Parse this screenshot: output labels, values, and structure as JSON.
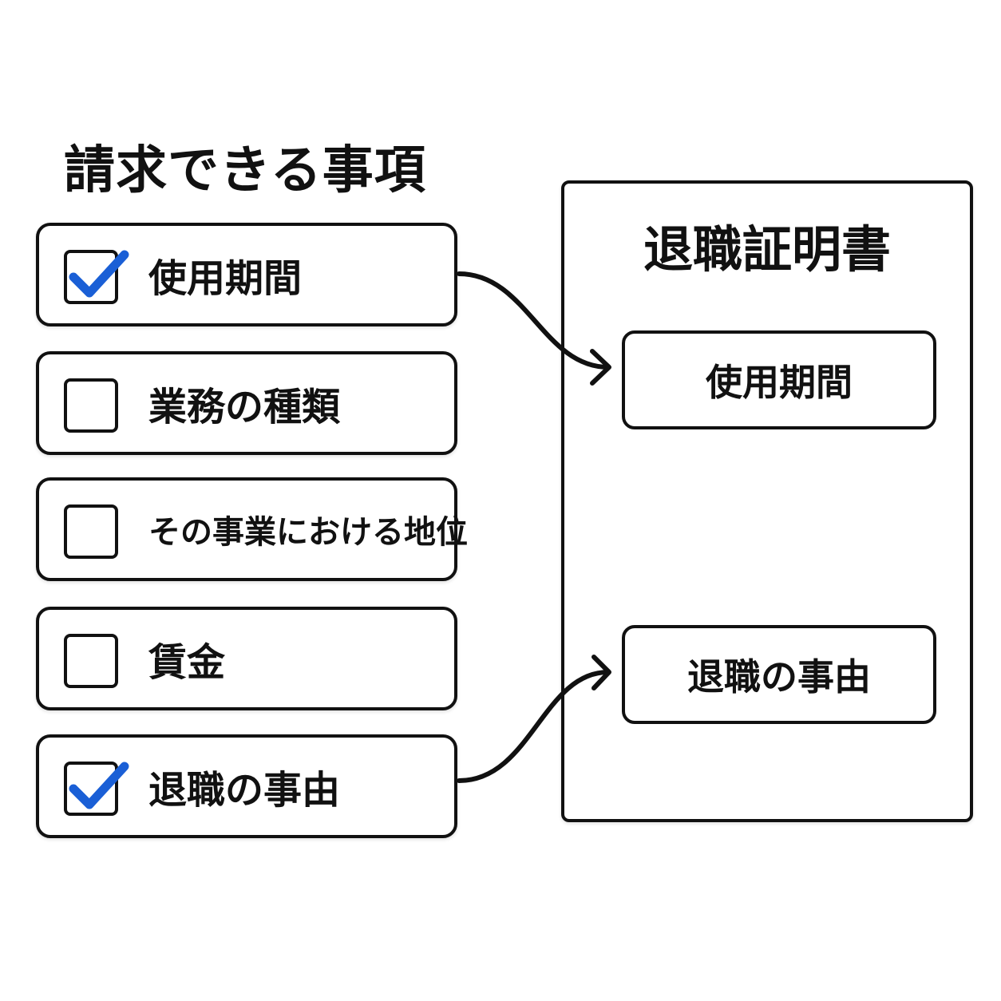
{
  "left_title": "請求できる事項",
  "items": [
    {
      "label": "使用期間",
      "checked": true
    },
    {
      "label": "業務の種類",
      "checked": false
    },
    {
      "label": "その事業における地位",
      "checked": false
    },
    {
      "label": "賃金",
      "checked": false
    },
    {
      "label": "退職の事由",
      "checked": true
    }
  ],
  "document": {
    "title": "退職証明書",
    "fields": [
      "使用期間",
      "退職の事由"
    ]
  },
  "colors": {
    "check": "#1a5fd6",
    "ink": "#111111"
  }
}
